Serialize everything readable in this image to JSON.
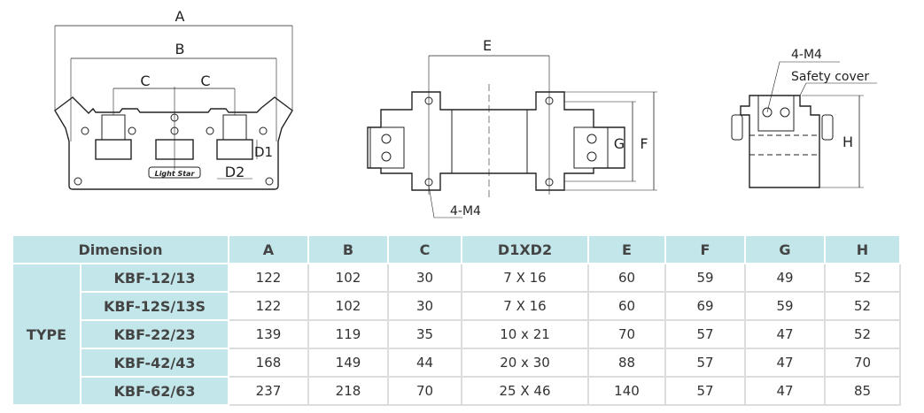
{
  "drawings": {
    "front": {
      "a": "A",
      "b": "B",
      "c1": "C",
      "c2": "C",
      "d1": "D1",
      "d2": "D2",
      "logo": "Light Star"
    },
    "side": {
      "e": "E",
      "f": "F",
      "g": "G",
      "m4": "4-M4"
    },
    "end": {
      "m4": "4-M4",
      "cover": "Safety cover",
      "h": "H"
    }
  },
  "table": {
    "dimension_label": "Dimension",
    "type_label": "TYPE",
    "columns": [
      "A",
      "B",
      "C",
      "D1XD2",
      "E",
      "F",
      "G",
      "H"
    ],
    "rows": [
      {
        "model": "KBF-12/13",
        "values": [
          "122",
          "102",
          "30",
          "7 X 16",
          "60",
          "59",
          "49",
          "52"
        ]
      },
      {
        "model": "KBF-12S/13S",
        "values": [
          "122",
          "102",
          "30",
          "7 X 16",
          "60",
          "69",
          "59",
          "52"
        ]
      },
      {
        "model": "KBF-22/23",
        "values": [
          "139",
          "119",
          "35",
          "10 x 21",
          "70",
          "57",
          "47",
          "52"
        ]
      },
      {
        "model": "KBF-42/43",
        "values": [
          "168",
          "149",
          "44",
          "20 x 30",
          "88",
          "57",
          "47",
          "70"
        ]
      },
      {
        "model": "KBF-62/63",
        "values": [
          "237",
          "218",
          "70",
          "25 X 46",
          "140",
          "57",
          "47",
          "85"
        ]
      }
    ]
  },
  "colors": {
    "header_bg": "#c2e6e9",
    "text": "#333333"
  }
}
